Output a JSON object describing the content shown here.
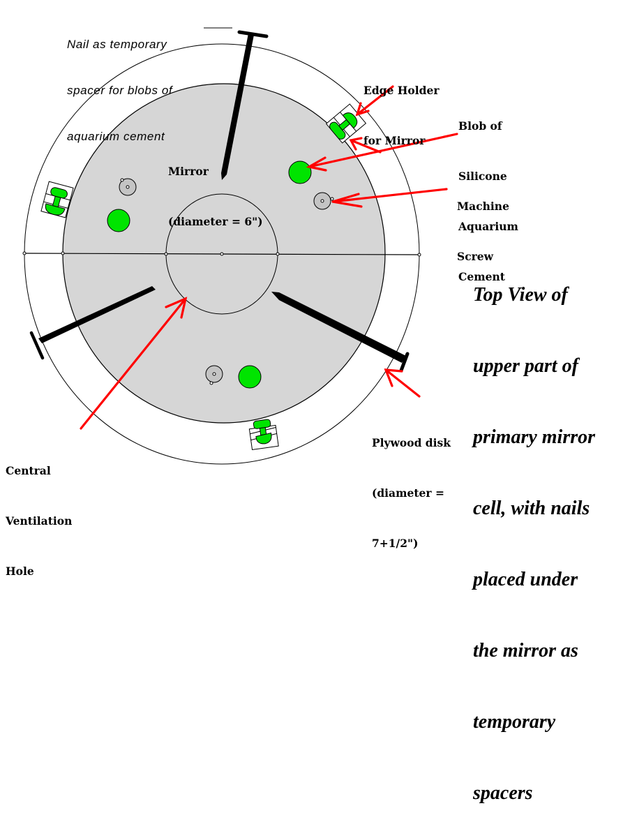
{
  "diagram": {
    "title": "Top View of upper part of primary mirror cell, with nails placed under the mirror as temporary spacers",
    "title_lines": [
      "Top View of",
      "upper part of",
      "primary mirror",
      "cell, with nails",
      "placed under",
      "the mirror as",
      "temporary",
      "spacers"
    ],
    "labels": {
      "nail_note": [
        "Nail as temporary",
        "spacer for blobs of",
        "aquarium cement"
      ],
      "edge_holder": [
        "Edge Holder",
        "for Mirror"
      ],
      "blob": [
        "Blob of",
        "Silicone",
        "Aquarium",
        "Cement"
      ],
      "machine_screw": [
        "Machine",
        "Screw"
      ],
      "mirror": [
        "Mirror",
        "(diameter = 6\")"
      ],
      "plywood": [
        "Plywood disk",
        "(diameter =",
        "7+1/2\")"
      ],
      "vent_hole": [
        "Central",
        "Ventilation",
        "Hole"
      ]
    },
    "colors": {
      "mirror_fill": "#d6d6d6",
      "cement_green": "#00e400",
      "arrow_red": "#ff0000",
      "screw_fill": "#c4c4c4",
      "outline": "#000000"
    }
  }
}
